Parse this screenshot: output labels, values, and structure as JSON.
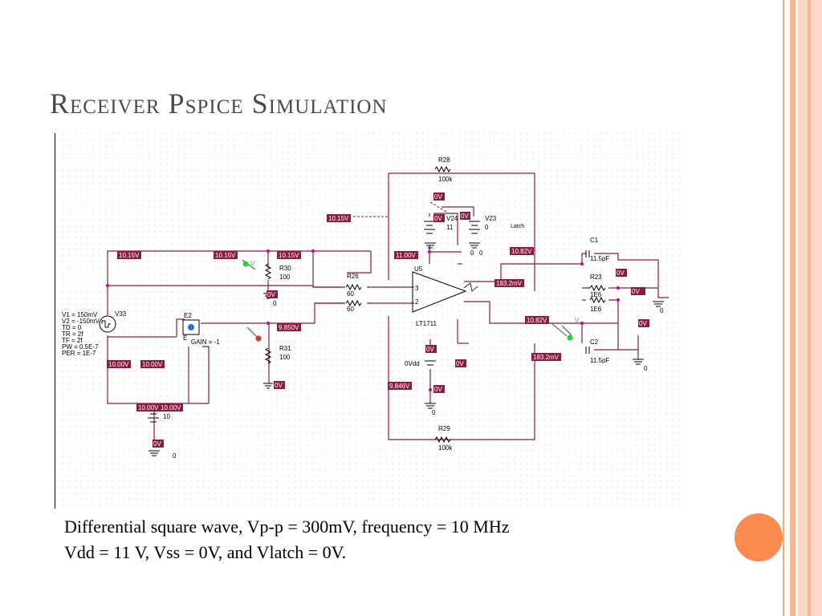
{
  "slide": {
    "title": "Receiver Pspice Simulation",
    "caption_line1": "Differential square wave, Vp-p =  300mV, frequency = 10 MHz",
    "caption_line2": "Vdd = 11 V, Vss = 0V, and Vlatch = 0V.",
    "accent_color": "#fb8a4e"
  },
  "schematic": {
    "source": {
      "ref": "V33",
      "params": [
        "V1 = 150mV",
        "V2 = -150mV",
        "TD = 0",
        "TR = 2f",
        "TF = 2f",
        "PW = 0.5E-7",
        "PER = 1E-7"
      ]
    },
    "components": {
      "e2_ref": "E2",
      "e2_pin": "E",
      "e2_gain": "GAIN = -1",
      "r30_ref": "R30",
      "r30_val": "100",
      "r31_ref": "R31",
      "r31_val": "100",
      "r26_ref": "R26",
      "r26_val": "60",
      "r27_val": "60",
      "r28_ref": "R28",
      "r28_val": "100k",
      "r29_ref": "R29",
      "r29_val": "100k",
      "r23_ref": "R23",
      "r23_val_a": "1E6",
      "r23_val_b": "1E6",
      "c1_ref": "C1",
      "c1_val": "11.5pF",
      "c2_ref": "C2",
      "c2_val": "11.5pF",
      "u5_ref": "U5",
      "u5_part": "LT1711",
      "v24_ref": "V24",
      "v24_val": "11",
      "v23_ref": "V23",
      "v23_val": "0",
      "vbot_val": "10",
      "latch_label": "Latch",
      "vdd_label": "0Vdd",
      "pin_plus": "3",
      "pin_minus": "2"
    },
    "grounds": [
      "0",
      "0",
      "0",
      "0",
      "0",
      "0",
      "0"
    ],
    "markers": {
      "v_label": "V",
      "v_label2": "V"
    },
    "net_labels": {
      "n1": "10.15V",
      "n2": "10.15V",
      "n3": "10.15V",
      "n4": "10.15V",
      "n5": "11.00V",
      "n6": "10.82V",
      "n7": "183.2mV",
      "n8": "10.82V",
      "n9": "183.2mV",
      "n10": "9.850V",
      "n11": "9.846V",
      "n12": "10.00V",
      "n13": "10.00V",
      "n14": "10.00V",
      "n15": "10.00V",
      "z1": "0V",
      "z2": "0V",
      "z3": "0V",
      "z4": "0V",
      "z5": "0V",
      "z6": "0V",
      "z7": "0V",
      "z8": "0V",
      "z9": "0V",
      "z10": "0V",
      "z11": "0V",
      "z12": "0V"
    }
  }
}
